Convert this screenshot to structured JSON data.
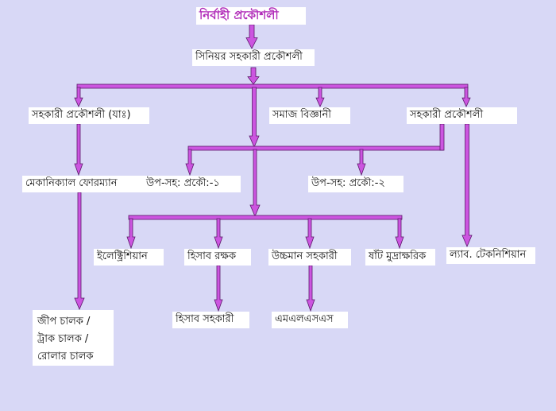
{
  "colors": {
    "background": "#d8d8f6",
    "connector": "#cc55e0",
    "connector_edge": "#5a1a6a",
    "title_text": "#b02ab8"
  },
  "nodes": {
    "executive_engineer": "নির্বাহী প্রকৌশলী",
    "senior_asst_engineer": "সিনিয়র সহকারী প্রকৌশলী",
    "asst_engineer_mech": "সহকারী প্রকৌশলী (যাঃ)",
    "sociologist": "সমাজ বিজ্ঞানী",
    "asst_engineer_right": "সহকারী প্রকৌশলী",
    "mechanical_foreman": "মেকানিক্যাল ফোরম্যান",
    "sub_asst_engineer_1": "উপ-সহ: প্রকৌ:-১",
    "sub_asst_engineer_2": "উপ-সহ: প্রকৌ:-২",
    "electrician": "ইলেক্ট্রিশিয়ান",
    "accountant": "হিসাব রক্ষক",
    "upper_division_asst": "উচ্চমান সহকারী",
    "cipher_typist": "ষাঁট মুদ্রাক্ষরিক",
    "lab_technician": "ল্যাব. টেকনিশিয়ান",
    "drivers": [
      "জীপ চালক /",
      "ট্রাক চালক /",
      "রোলার চালক"
    ],
    "accounts_assistant": "হিসাব সহকারী",
    "mlss": "এমএলএসএস"
  }
}
